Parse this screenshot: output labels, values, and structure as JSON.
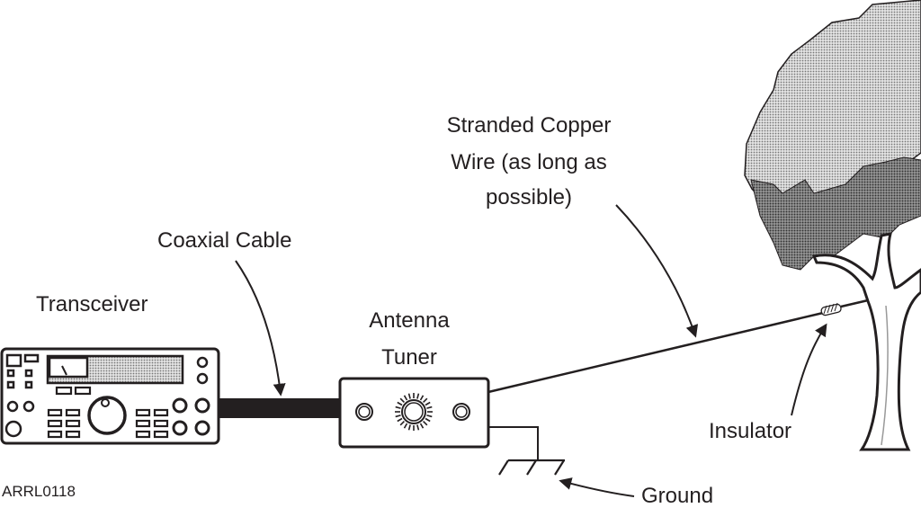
{
  "labels": {
    "wire": [
      "Stranded Copper",
      "Wire (as long as",
      "possible)"
    ],
    "coax": "Coaxial Cable",
    "transceiver": "Transceiver",
    "tuner": [
      "Antenna",
      "Tuner"
    ],
    "insulator": "Insulator",
    "ground": "Ground",
    "figure_id": "ARRL0118"
  },
  "colors": {
    "ink": "#231f20",
    "canopy_light": "#bdbdbd",
    "canopy_dark": "#7a7a7a"
  }
}
